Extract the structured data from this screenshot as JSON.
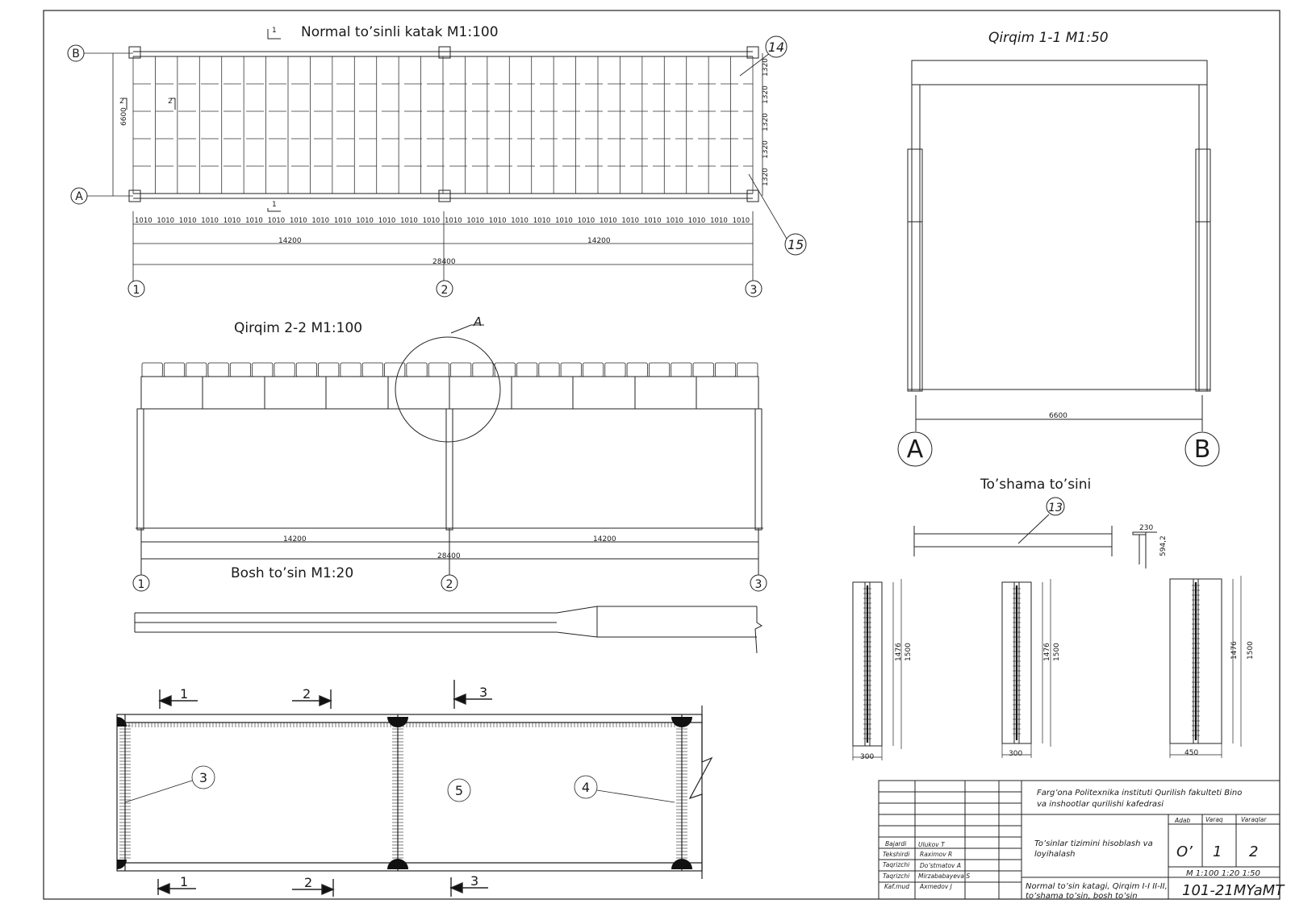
{
  "titles": {
    "plan": "Normal to’sinli katak M1:100",
    "sec11": "Qirqim 1-1 M1:50",
    "sec22": "Qirqim 2-2 M1:100",
    "bosh": "Bosh to’sin M1:20",
    "toshama": "To’shama to’sini"
  },
  "plan": {
    "axis_rows": [
      "B",
      "A"
    ],
    "axis_cols": [
      "1",
      "2",
      "3"
    ],
    "span_total": "6600",
    "row_dim": "1320",
    "bay_dim": "1010",
    "half_span": "14200",
    "total_span": "28400",
    "cut_mark_1": "1",
    "cut_mark_2": "2",
    "tag_14": "14",
    "tag_15": "15"
  },
  "sec11": {
    "span": "6600",
    "axis_left": "A",
    "axis_right": "B"
  },
  "sec22": {
    "callout": "A",
    "half_span": "14200",
    "total_span": "28400",
    "axes": [
      "1",
      "2",
      "3"
    ]
  },
  "toshama": {
    "tag": "13",
    "dim_w": "230",
    "dim_h": "594,2"
  },
  "profiles": [
    {
      "h_inner": "1476",
      "h_outer": "1500",
      "width": "300"
    },
    {
      "h_inner": "1476",
      "h_outer": "1500",
      "width": "300"
    },
    {
      "h_inner": "1476",
      "h_outer": "1500",
      "width": "450"
    }
  ],
  "detail": {
    "section_marks": [
      "1",
      "2",
      "3"
    ],
    "tags": [
      "3",
      "5",
      "4"
    ]
  },
  "titleblock": {
    "institute_line1": "Farg’ona Politexnika instituti Qurilish fakulteti Bino",
    "institute_line2": "va inshootlar qurilishi kafedrasi",
    "project_line1": "To’sinlar tizimini hisoblash va",
    "project_line2": "loyihalash",
    "hdr_adab": "Adab",
    "hdr_varaq": "Varaq",
    "hdr_varaqlar": "Varaqlar",
    "val_adab": "O’",
    "val_varaq": "1",
    "val_varaqlar": "2",
    "scale": "M 1:100 1:20 1:50",
    "sheet_line1": "Normal to’sin katagi, Qirqim I-I II-II,",
    "sheet_line2": "to’shama to’sin, bosh to’sin",
    "code": "101-21MYaMT",
    "roles": [
      {
        "role": "Bajardi",
        "name": "Ulukov T"
      },
      {
        "role": "Tekshirdi",
        "name": "Raximov R"
      },
      {
        "role": "Taqrizchi",
        "name": "Do’stmatov A"
      },
      {
        "role": "Taqrizchi",
        "name": "Mirzababayeva S"
      },
      {
        "role": "Kaf.mud",
        "name": "Axmedov J"
      }
    ]
  }
}
